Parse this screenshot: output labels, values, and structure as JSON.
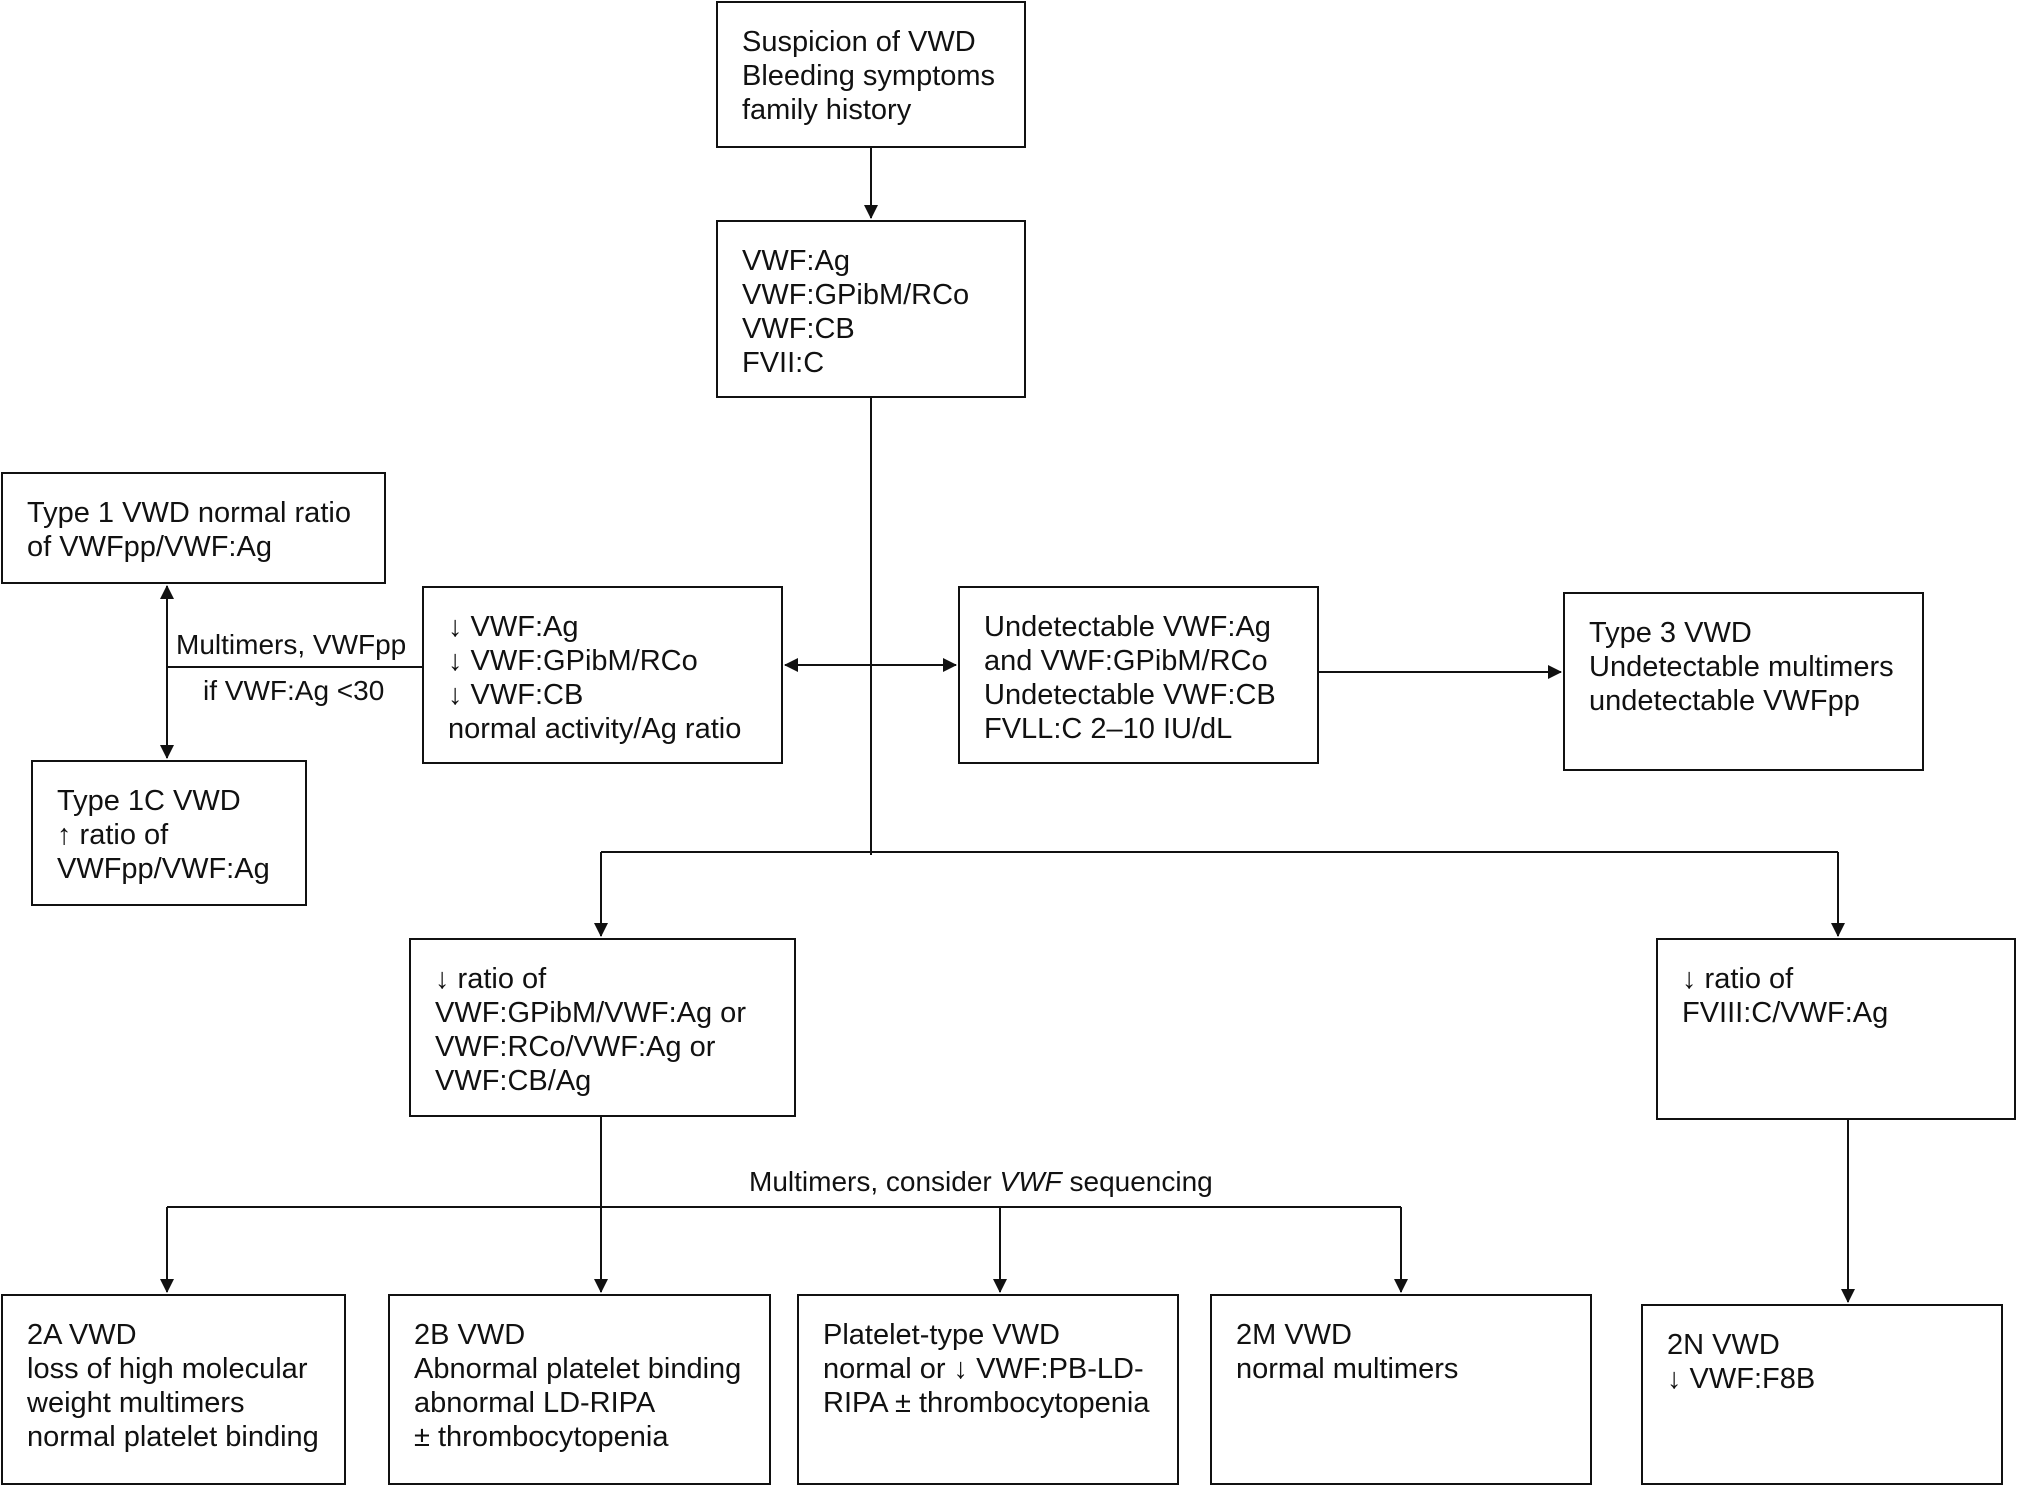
{
  "boxes": {
    "start": [
      "Suspicion of VWD",
      "Bleeding symptoms",
      "family history"
    ],
    "tests": [
      "VWF:Ag",
      "VWF:GPibM/RCo",
      "VWF:CB",
      "FVII:C"
    ],
    "type1": [
      "Type 1 VWD normal ratio",
      "of VWFpp/VWF:Ag"
    ],
    "type1c": [
      "Type 1C VWD",
      "↑ ratio of",
      "VWFpp/VWF:Ag"
    ],
    "decreased": [
      "↓ VWF:Ag",
      "↓ VWF:GPibM/RCo",
      "↓ VWF:CB",
      "normal activity/Ag ratio"
    ],
    "undetectable": [
      "Undetectable VWF:Ag",
      "and VWF:GPibM/RCo",
      "Undetectable VWF:CB",
      "FVLL:C 2–10 IU/dL"
    ],
    "type3": [
      "Type 3 VWD",
      "Undetectable multimers",
      "undetectable VWFpp"
    ],
    "ratio_gpib": [
      "↓ ratio of",
      "VWF:GPibM/VWF:Ag or",
      "VWF:RCo/VWF:Ag or",
      "VWF:CB/Ag"
    ],
    "ratio_fviii": [
      "↓ ratio of",
      "FVIII:C/VWF:Ag"
    ],
    "type2a": [
      "2A VWD",
      "loss of high molecular",
      "weight multimers",
      "normal platelet binding"
    ],
    "type2b": [
      "2B VWD",
      "Abnormal platelet binding",
      "abnormal LD-RIPA",
      "± thrombocytopenia"
    ],
    "platelet_type": [
      "Platelet-type VWD",
      "normal or ↓ VWF:PB-LD-",
      "RIPA ± thrombocytopenia"
    ],
    "type2m": [
      "2M VWD",
      "normal multimers"
    ],
    "type2n": [
      "2N VWD",
      "↓ VWF:F8B"
    ]
  },
  "labels": {
    "multimers_vwfpp": "Multimers, VWFpp",
    "if_ag": "if VWF:Ag <30",
    "seq_prefix": "Multimers, consider ",
    "seq_gene": "VWF",
    "seq_suffix": " sequencing"
  }
}
